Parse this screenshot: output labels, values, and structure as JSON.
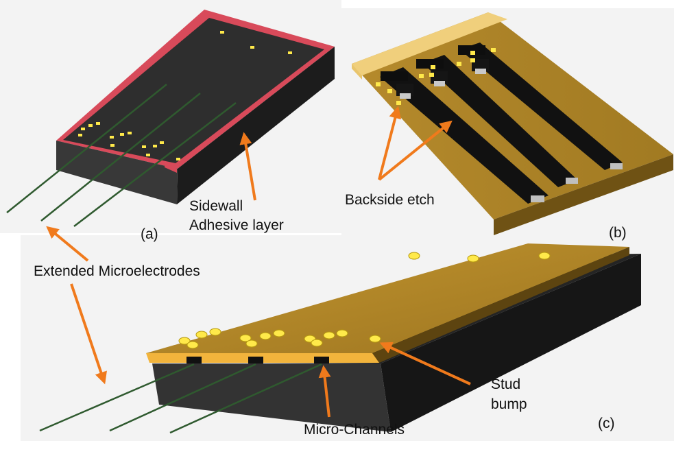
{
  "labels": {
    "panel_a": "(a)",
    "panel_b": "(b)",
    "panel_c": "(c)",
    "sidewall": "Sidewall",
    "adhesive": "Adhesive layer",
    "backside_etch": "Backside etch",
    "extended_microelectrodes": "Extended Microelectrodes",
    "stud_line1": "Stud",
    "stud_line2": "bump",
    "micro_channels": "Micro-Channels"
  },
  "colors": {
    "background": "#ffffff",
    "panel_background": "#f3f3f3",
    "chip_dark": "#2e2e2e",
    "adhesive_red": "#d84a5a",
    "gold_top": "#b58a2c",
    "gold_side": "#6f5214",
    "light_gold": "#f0cf7c",
    "stud_yellow": "#ffe94a",
    "arrow_orange": "#f07a1c",
    "electrode_green": "#2f5a2f"
  }
}
